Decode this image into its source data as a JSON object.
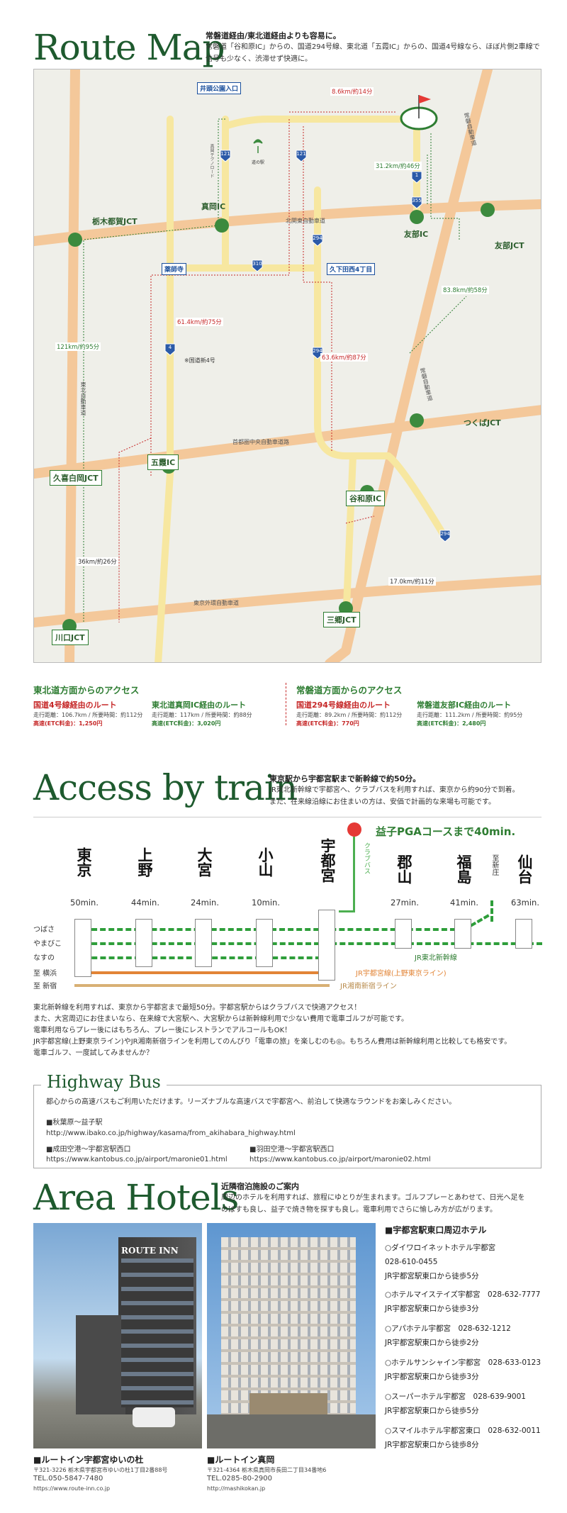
{
  "route_map": {
    "title": "Route Map",
    "intro_bold": "常磐道経由/東北道経由よりも容易に。",
    "intro_lines": [
      "常磐道「谷和原IC」からの、国道294号線、東北道「五霞IC」からの、国道4号線なら、ほぼ片側2車線で",
      "信号も少なく、渋滞せず快適に。"
    ],
    "labels": {
      "ibuki": "井頭公園入口",
      "moka": "真岡IC",
      "tochigi_tsuga": "栃木都賀JCT",
      "tomobe_ic": "友部IC",
      "tomobe_jct": "友部JCT",
      "yakushiji": "薬師寺",
      "shimodate": "久下田西4丁目",
      "tsukuba": "つくばJCT",
      "kuki": "久喜白岡JCT",
      "goka": "五霞IC",
      "yawara": "谷和原IC",
      "kawaguchi": "川口JCT",
      "misato": "三郷JCT",
      "kitakanto": "北関東自動車道",
      "tohoku": "東北自動車道",
      "joban": "常磐自動車道",
      "kenou": "首都圏中央自動車道路",
      "gaikan": "東京外環自動車道",
      "new4": "※国道新4号",
      "moka_bypass": "真岡テクノロード",
      "michinoeki": "道の駅"
    },
    "shields": [
      "121",
      "121",
      "294",
      "1",
      "355",
      "310",
      "4",
      "294",
      "294"
    ],
    "distances": {
      "d1": "8.6km/約14分",
      "d2": "31.2km/約46分",
      "d3": "83.8km/約58分",
      "d4": "121km/約95分",
      "d5": "61.4km/約75分",
      "d6": "63.6km/約87分",
      "d7": "36km/約26分",
      "d8": "17.0km/約11分"
    }
  },
  "access": {
    "tohoku": {
      "heading": "東北道方面からのアクセス",
      "r1_title": "国道4号線経由のルート",
      "r1_line1": "走行距離：106.7km / 所要時間：約112分",
      "r1_line2": "高速(ETC料金)：1,250円",
      "r2_title": "東北道真岡IC経由のルート",
      "r2_line1": "走行距離：117km / 所要時間：約88分",
      "r2_line2": "高速(ETC料金)：3,020円"
    },
    "joban": {
      "heading": "常磐道方面からのアクセス",
      "r1_title": "国道294号線経由のルート",
      "r1_line1": "走行距離：89.2km / 所要時間：約112分",
      "r1_line2": "高速(ETC料金)：770円",
      "r2_title": "常磐道友部IC経由のルート",
      "r2_line1": "走行距離：111.2km / 所要時間：約95分",
      "r2_line2": "高速(ETC料金)：2,480円"
    }
  },
  "train": {
    "title": "Access by train",
    "intro_bold": "東京駅から宇都宮駅まで新幹線で約50分。",
    "intro_lines": [
      "JR東北新幹線で宇都宮へ、クラブバスを利用すれば、東京から約90分で到着。",
      "また、在来線沿線にお住まいの方は、安価で計画的な来場も可能です。"
    ],
    "pga": "益子PGAコースまで40min.",
    "club_bus": "クラブバス",
    "stations": [
      {
        "name": "東京",
        "min": "50min."
      },
      {
        "name": "上野",
        "min": "44min."
      },
      {
        "name": "大宮",
        "min": "24min."
      },
      {
        "name": "小山",
        "min": "10min."
      },
      {
        "name": "宇都宮",
        "min": ""
      },
      {
        "name": "郡山",
        "min": "27min."
      },
      {
        "name": "福島",
        "min": "41min."
      },
      {
        "name": "至新庄",
        "min": ""
      },
      {
        "name": "仙台",
        "min": "63min."
      }
    ],
    "trains": [
      "つばさ",
      "やまびこ",
      "なすの",
      "至 横浜",
      "至 新宿"
    ],
    "lines": {
      "shinkansen": "JR東北新幹線",
      "utsunomiya": "JR宇都宮線(上野東京ライン)",
      "shonan": "JR湘南新宿ライン"
    },
    "body": [
      "東北新幹線を利用すれば、東京から宇都宮まで最短50分。宇都宮駅からはクラブバスで快適アクセス！",
      "また、大宮周辺にお住まいなら、在来線で大宮駅へ、大宮駅からは新幹線利用で少ない費用で電車ゴルフが可能です。",
      "電車利用ならプレー後にはもちろん、プレー後にレストランでアルコールもOK！",
      "JR宇都宮線(上野東京ライン)やJR湘南新宿ラインを利用してのんびり「電車の旅」を楽しむのも◎。もちろん費用は新幹線利用と比較しても格安です。",
      "電車ゴルフ、一度試してみませんか？"
    ]
  },
  "bus": {
    "title": "Highway Bus",
    "intro": "都心からの高速バスもご利用いただけます。リーズナブルな高速バスで宇都宮へ、前泊して快適なラウンドをお楽しみください。",
    "b1_name": "■秋葉原～益子駅",
    "b1_url": "http://www.ibako.co.jp/highway/kasama/from_akihabara_highway.html",
    "b2_name": "■成田空港～宇都宮駅西口",
    "b2_url": "https://www.kantobus.co.jp/airport/maronie01.html",
    "b3_name": "■羽田空港～宇都宮駅西口",
    "b3_url": "https://www.kantobus.co.jp/airport/maronie02.html"
  },
  "hotels": {
    "title": "Area Hotels",
    "intro_bold": "近隣宿泊施設のご案内",
    "intro_lines": [
      "周辺のホテルを利用すれば、旅程にゆとりが生まれます。ゴルフプレーとあわせて、日光へ足を",
      "のばすも良し、益子で焼き物を探すも良し。電車利用でさらに愉しみ方が広がります。"
    ],
    "sign": "ROUTE INN",
    "h1_name": "■ルートイン宇都宮ゆいの杜",
    "h1_addr": "〒321-3226 栃木県宇都宮市ゆいの杜1丁目2番88号",
    "h1_tel": "TEL.050-5847-7480",
    "h1_url": "https://www.route-inn.co.jp",
    "h2_name": "■ルートイン真岡",
    "h2_addr": "〒321-4364 栃木県真岡市長田二丁目34番地6",
    "h2_tel": "TEL.0285-80-2900",
    "h2_url": "http://mashikokan.jp",
    "list_title": "■宇都宮駅東口周辺ホテル",
    "list": [
      {
        "name": "○ダイワロイネットホテル宇都宮",
        "tel": "028-610-0455",
        "access": "JR宇都宮駅東口から徒歩5分"
      },
      {
        "name": "○ホテルマイステイズ宇都宮　028-632-7777",
        "tel": "",
        "access": "JR宇都宮駅東口から徒歩3分"
      },
      {
        "name": "○アパホテル宇都宮　028-632-1212",
        "tel": "",
        "access": "JR宇都宮駅東口から徒歩2分"
      },
      {
        "name": "○ホテルサンシャイン宇都宮　028-633-0123",
        "tel": "",
        "access": "JR宇都宮駅東口から徒歩3分"
      },
      {
        "name": "○スーパーホテル宇都宮　028-639-9001",
        "tel": "",
        "access": "JR宇都宮駅東口から徒歩5分"
      },
      {
        "name": "○スマイルホテル宇都宮東口　028-632-0011",
        "tel": "",
        "access": "JR宇都宮駅東口から徒歩8分"
      }
    ]
  }
}
